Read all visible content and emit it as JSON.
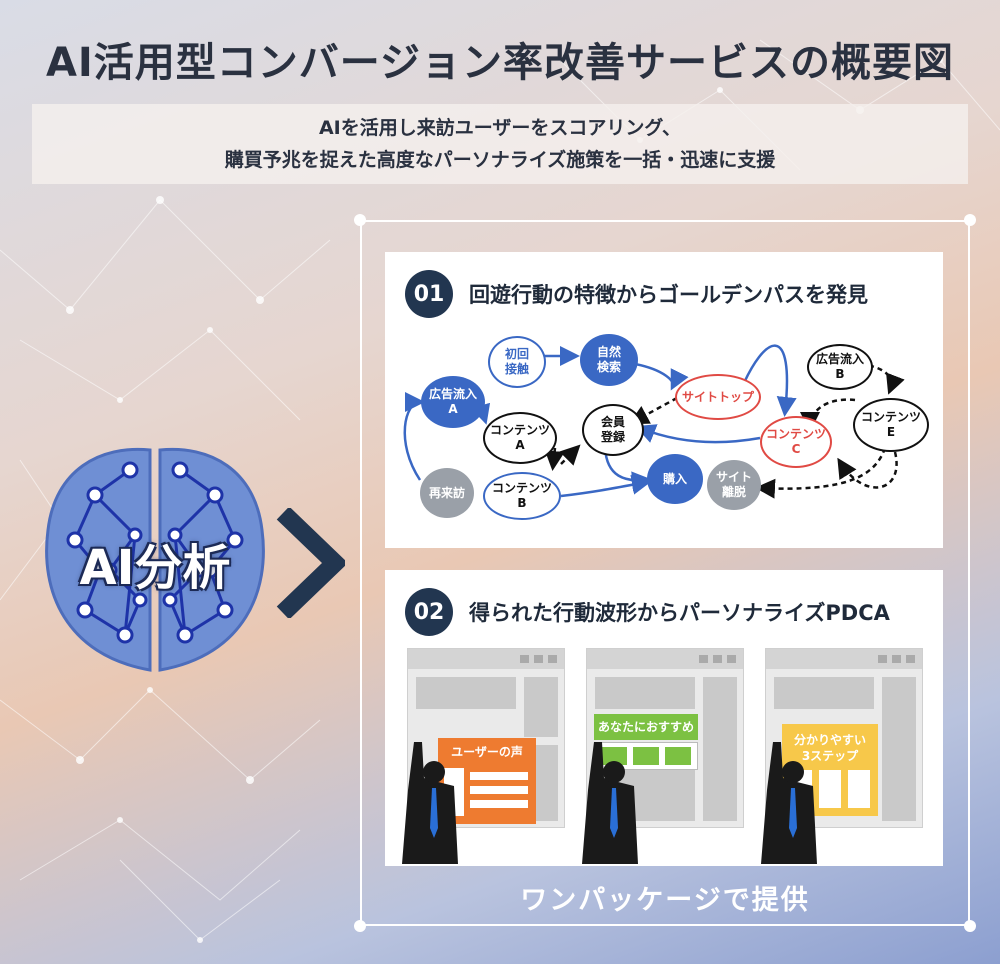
{
  "title": "AI活用型コンバージョン率改善サービスの概要図",
  "subtitle_line1": "AIを活用し来訪ユーザーをスコアリング、",
  "subtitle_line2": "購買予兆を捉えた高度なパーソナライズ施策を一括・迅速に支援",
  "ai_label": "AI分析",
  "panel1": {
    "num": "01",
    "title": "回遊行動の特徴からゴールデンパスを発見",
    "nodes": {
      "first_contact": [
        "初回",
        "接触"
      ],
      "natural_search": [
        "自然",
        "検索"
      ],
      "ad_a": [
        "広告流入",
        "A"
      ],
      "site_top": [
        "サイトトップ"
      ],
      "ad_b": [
        "広告流入",
        "B"
      ],
      "content_a": [
        "コンテンツ",
        "A"
      ],
      "member": [
        "会員",
        "登録"
      ],
      "content_c": [
        "コンテンツ",
        "C"
      ],
      "content_e": [
        "コンテンツ",
        "E"
      ],
      "revisit": [
        "再来訪"
      ],
      "content_b": [
        "コンテンツ",
        "B"
      ],
      "purchase": [
        "購入"
      ],
      "exit": [
        "サイト",
        "離脱"
      ]
    }
  },
  "panel2": {
    "num": "02",
    "title": "得られた行動波形からパーソナライズPDCA",
    "label1": "ユーザーの声",
    "label2": "あなたにおすすめ",
    "label3_line1": "分かりやすい",
    "label3_line2": "3ステップ"
  },
  "footer": "ワンパッケージで提供",
  "colors": {
    "navy": "#223650",
    "blue": "#3a68c4",
    "red": "#e04a44",
    "orange": "#ee7b30",
    "green": "#7cc142",
    "yellow": "#f7c84a"
  }
}
